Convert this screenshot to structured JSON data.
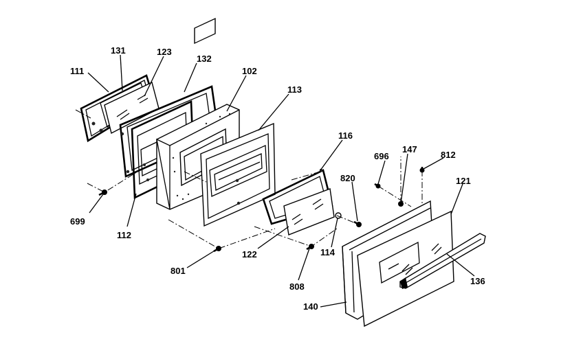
{
  "parts": [
    {
      "id": "p111",
      "label": "111"
    },
    {
      "id": "p131",
      "label": "131"
    },
    {
      "id": "p123",
      "label": "123"
    },
    {
      "id": "p132",
      "label": "132"
    },
    {
      "id": "p102",
      "label": "102"
    },
    {
      "id": "p113",
      "label": "113"
    },
    {
      "id": "p116",
      "label": "116"
    },
    {
      "id": "p696",
      "label": "696"
    },
    {
      "id": "p147",
      "label": "147"
    },
    {
      "id": "p812",
      "label": "812"
    },
    {
      "id": "p820",
      "label": "820"
    },
    {
      "id": "p121",
      "label": "121"
    },
    {
      "id": "p699",
      "label": "699"
    },
    {
      "id": "p112",
      "label": "112"
    },
    {
      "id": "p801",
      "label": "801"
    },
    {
      "id": "p122",
      "label": "122"
    },
    {
      "id": "p114",
      "label": "114"
    },
    {
      "id": "p808",
      "label": "808"
    },
    {
      "id": "p136",
      "label": "136"
    },
    {
      "id": "p140",
      "label": "140"
    }
  ]
}
